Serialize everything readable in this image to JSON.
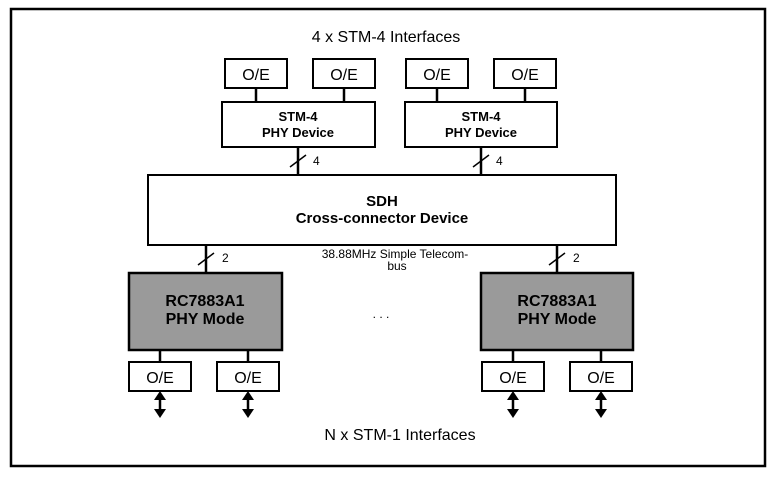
{
  "diagram": {
    "top_label": "4 x STM-4 Interfaces",
    "bottom_label": "N x STM-1 Interfaces",
    "oe_label": "O/E",
    "stm4": {
      "left": {
        "line1": "STM-4",
        "line2": "PHY Device"
      },
      "right": {
        "line1": "STM-4",
        "line2": "PHY Device"
      }
    },
    "sdh": {
      "line1": "SDH",
      "line2": "Cross-connector Device"
    },
    "bus_width_top_left": "4",
    "bus_width_top_right": "4",
    "bus_width_bottom_left": "2",
    "bus_width_bottom_right": "2",
    "bus_label_line1": "38.88MHz  Simple Telecom-",
    "bus_label_line2": "bus",
    "phy": {
      "left": {
        "line1": "RC7883A1",
        "line2": "PHY Mode"
      },
      "right": {
        "line1": "RC7883A1",
        "line2": "PHY Mode"
      }
    },
    "ellipsis": ". . ."
  }
}
